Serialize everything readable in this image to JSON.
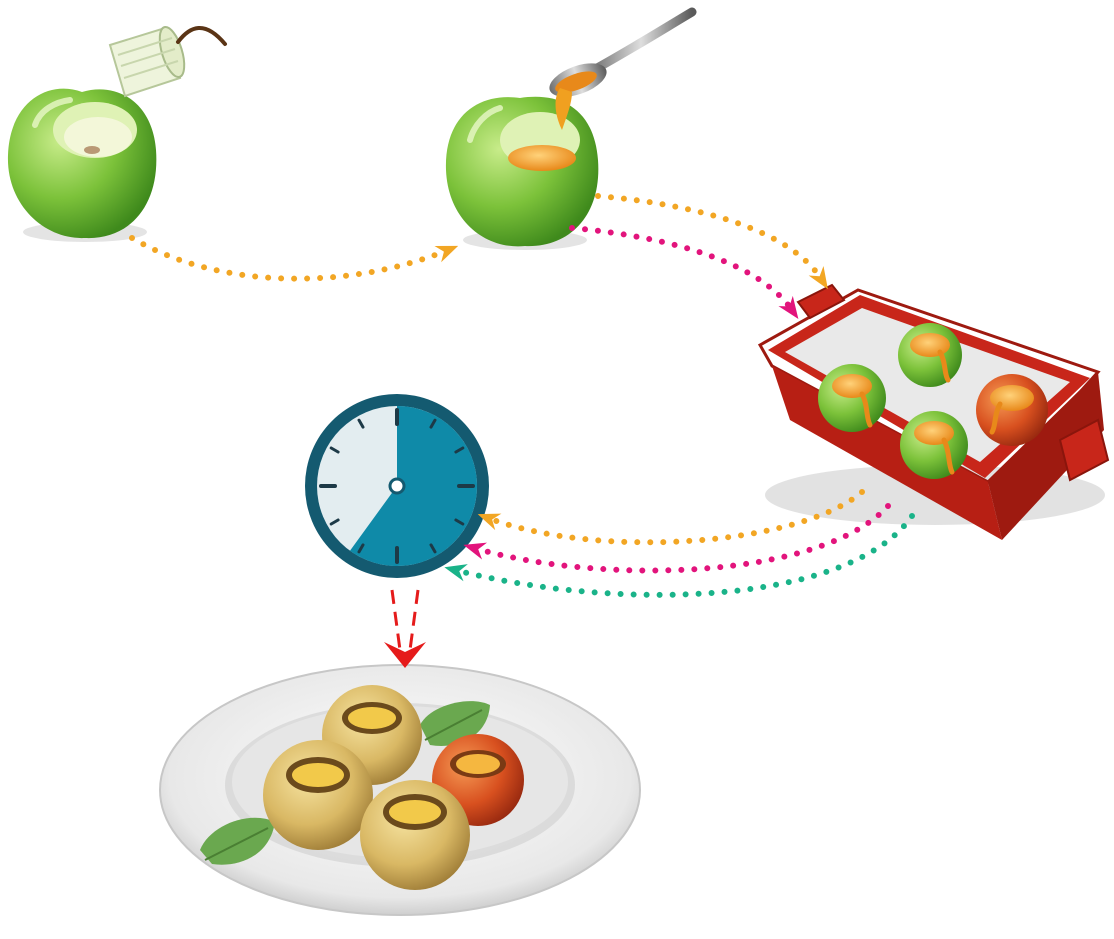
{
  "steps": [
    {
      "id": "core-apple",
      "icon": "cored-apple-icon"
    },
    {
      "id": "fill-apple",
      "icon": "filled-apple-icon"
    },
    {
      "id": "arrange-in-dish",
      "icon": "baking-dish-icon"
    },
    {
      "id": "bake",
      "icon": "clock-icon"
    },
    {
      "id": "serve",
      "icon": "plate-icon"
    }
  ],
  "clock": {
    "elapsed_fraction": 0.6
  },
  "colors": {
    "apple_green": "#7cc23a",
    "apple_red": "#d8501f",
    "honey": "#f0a020",
    "dish_red": "#c8261a",
    "clock_rim": "#145a70",
    "clock_fill": "#0f8aa8",
    "clock_face": "#e3edf0",
    "arrow_orange": "#f2a624",
    "arrow_pink": "#e2147c",
    "arrow_teal": "#1ab389",
    "arrow_red": "#e51b1b",
    "basil": "#6aa84f"
  }
}
